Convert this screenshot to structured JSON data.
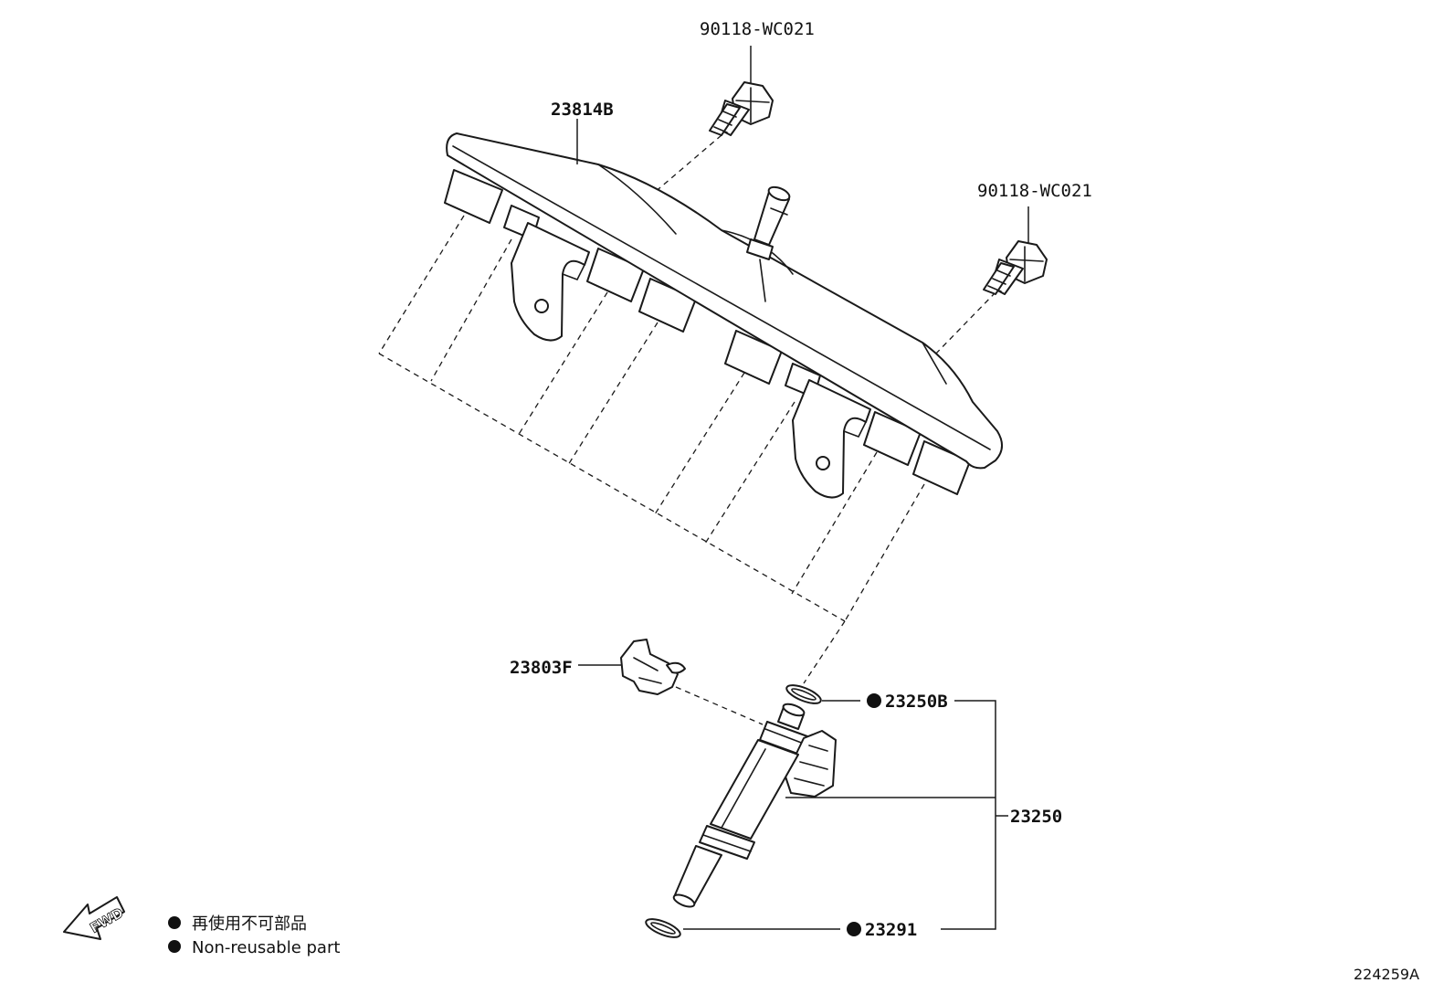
{
  "labels": {
    "bolt_top": "90118-WC021",
    "bolt_right": "90118-WC021",
    "fuel_rail": "23814B",
    "clip": "23803F",
    "oring_upper": "23250B",
    "injector_assy": "23250",
    "oring_lower": "23291"
  },
  "legend": {
    "marker": "●",
    "line_jp": "再使用不可部品",
    "line_en": "Non-reusable part"
  },
  "fwd_arrow": {
    "text": "FWD"
  },
  "figure_id": "224259A",
  "icons": {
    "non_reusable": "filled-circle",
    "direction": "forward-arrow"
  },
  "colors": {
    "line": "#1a1a1a",
    "fill": "#ffffff"
  }
}
